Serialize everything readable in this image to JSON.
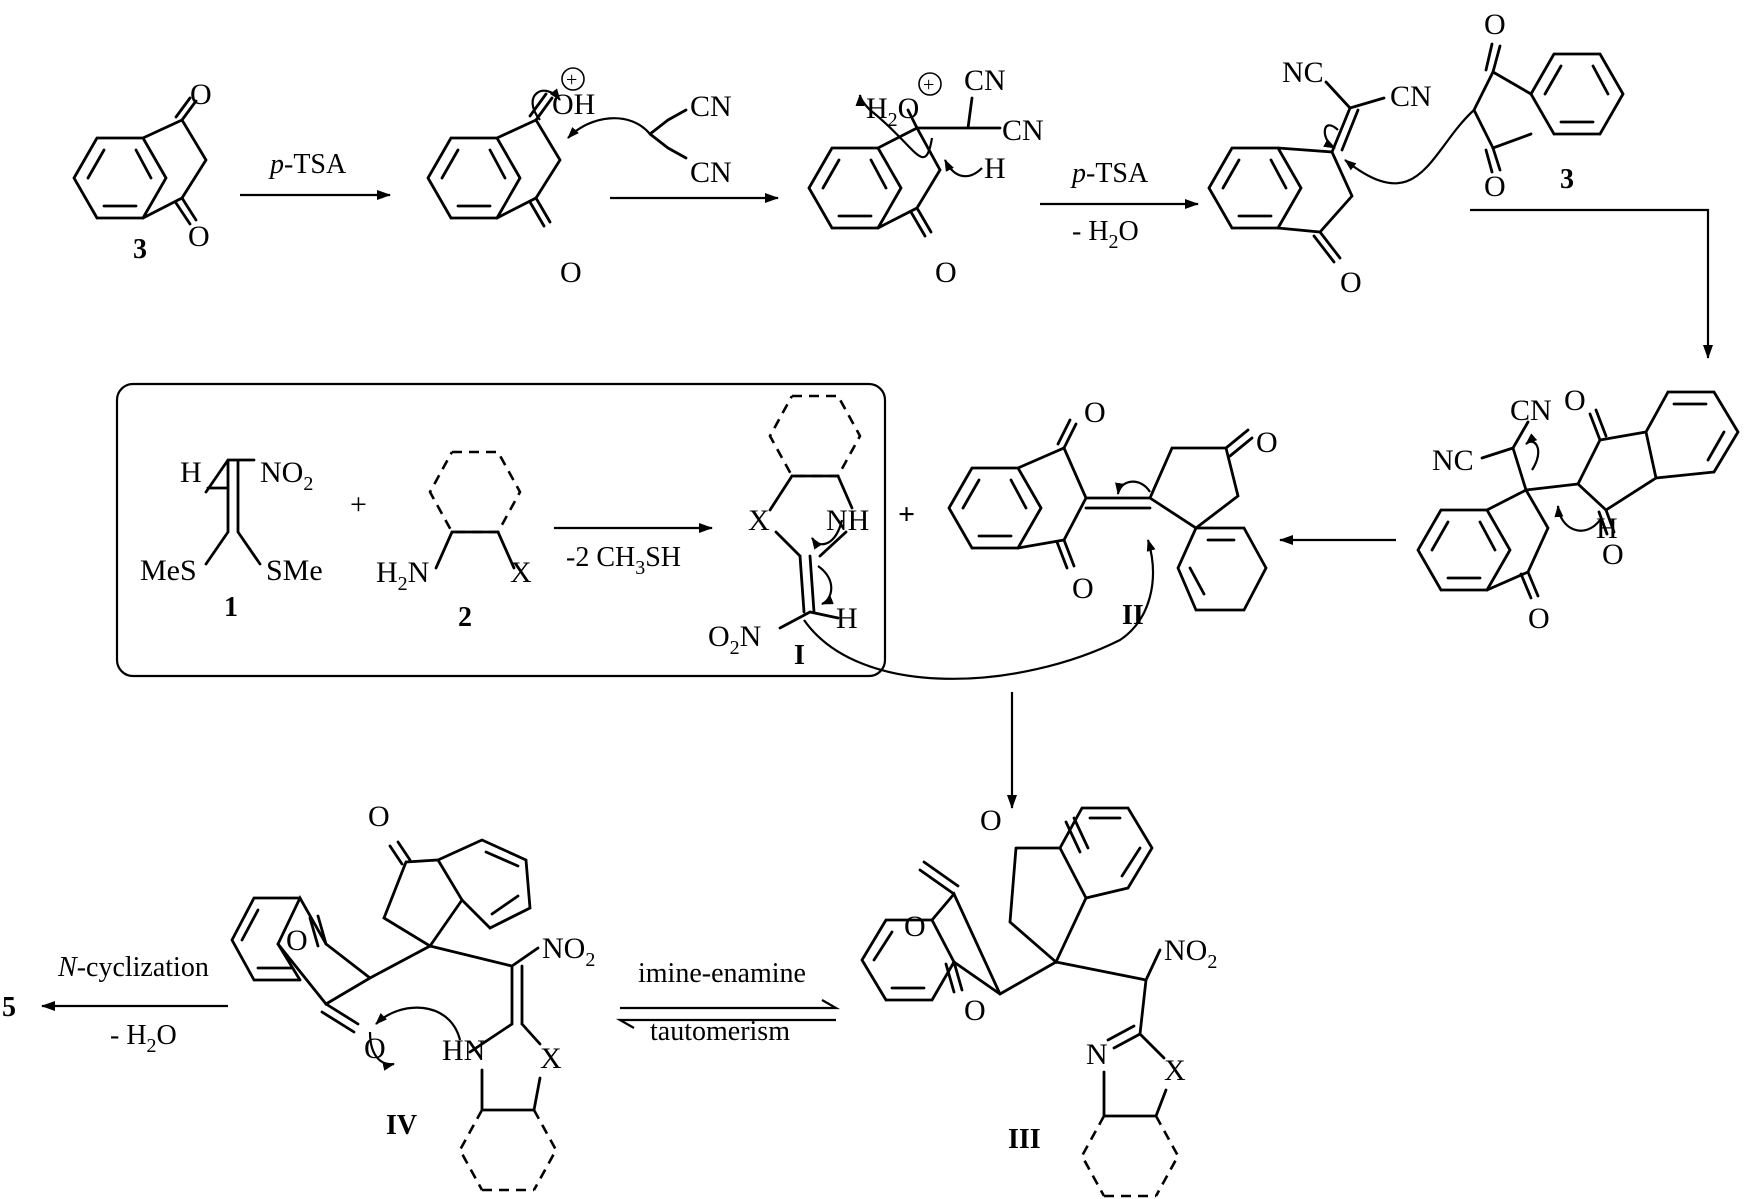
{
  "compound_labels": {
    "c3": "3",
    "c1": "1",
    "c2": "2",
    "c5": "5",
    "int_I": "I",
    "int_II": "II",
    "int_III": "III",
    "int_IV": "IV"
  },
  "reagents": {
    "ptsa_1_italic": "p",
    "ptsa_1_rest": "-TSA",
    "ptsa_2_italic": "p",
    "ptsa_2_rest": "-TSA",
    "minus_water": "- H",
    "minus_water_sub": "2",
    "minus_water_tail": "O",
    "mesh_lead": "-2 CH",
    "mesh_sub": "3",
    "mesh_tail": "SH",
    "ncyc_italic": "N",
    "ncyc_rest": "-cyclization",
    "ncyc_water": "- H",
    "ncyc_water_sub": "2",
    "ncyc_water_tail": "O",
    "tauto_top": "imine-enamine",
    "tauto_bottom": "tautomerism",
    "plus": "+"
  },
  "atoms": {
    "O": "O",
    "OH": "OH",
    "CN": "CN",
    "NC": "NC",
    "H": "H",
    "H2O_H": "H",
    "H2O_sub": "2",
    "H2O_O": "O",
    "NO2": "NO",
    "NO2_sub": "2",
    "O2N_O": "O",
    "O2N_sub": "2",
    "O2N_N": "N",
    "MeS": "MeS",
    "SMe": "SMe",
    "H2N_H": "H",
    "H2N_sub": "2",
    "H2N_N": "N",
    "X": "X",
    "NH": "NH",
    "HN": "HN",
    "N": "N",
    "charge": "+"
  }
}
